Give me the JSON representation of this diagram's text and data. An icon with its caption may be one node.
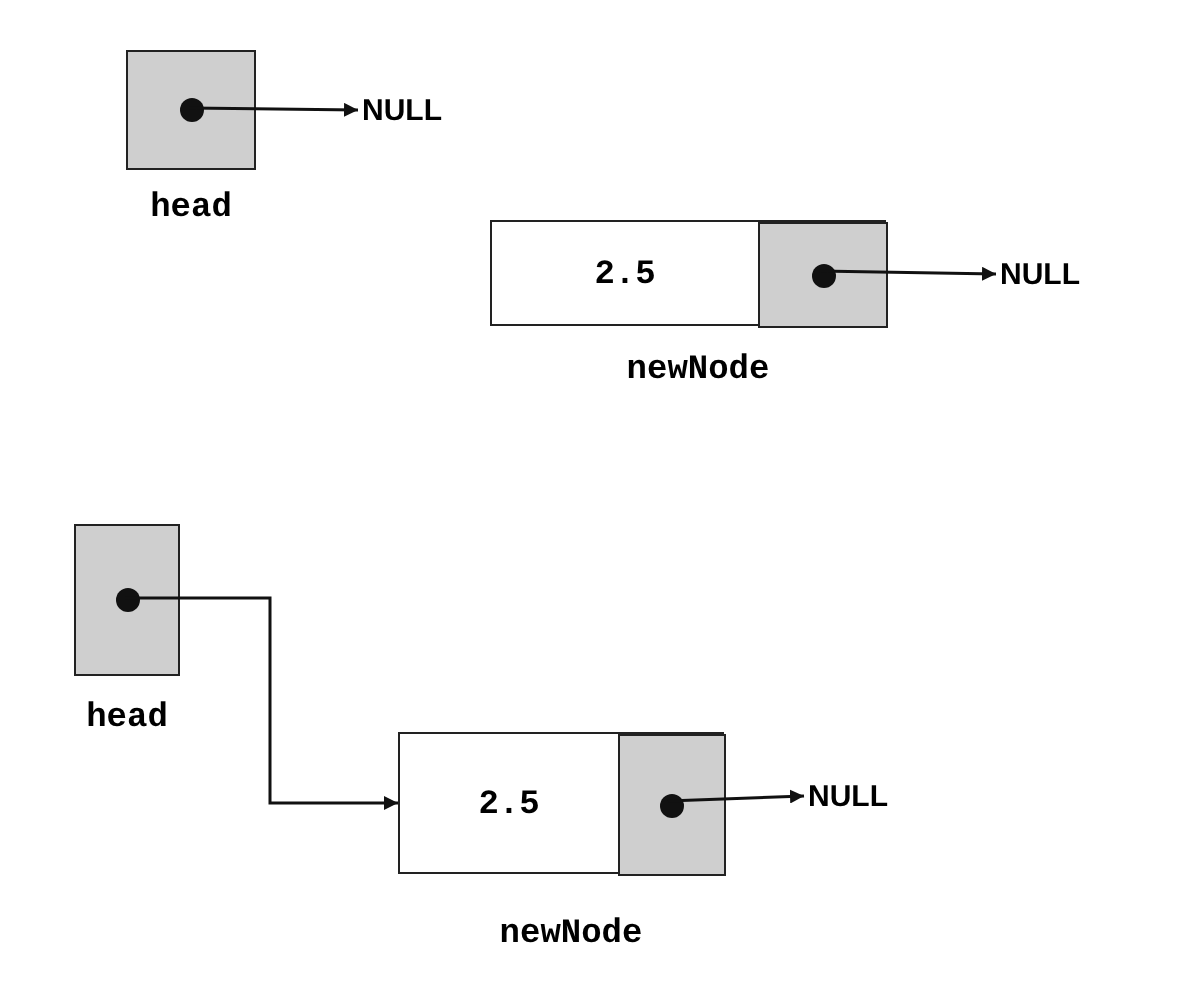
{
  "diagram": {
    "nodes": [
      {
        "text": [],
        "shape": "box",
        "beside": [
          "head"
        ]
      },
      {
        "text": [
          "NULL"
        ]
      },
      {
        "text": [
          "2.5"
        ],
        "beside": [
          "newNode"
        ]
      },
      {
        "text": [],
        "shape": "box",
        "in": 2
      },
      {
        "text": [
          "NULL"
        ]
      },
      {
        "text": [],
        "shape": "box",
        "beside": [
          "head"
        ]
      },
      {
        "text": [
          "2.5"
        ],
        "beside": [
          "newNode"
        ]
      },
      {
        "text": [],
        "shape": "box",
        "in": 6
      },
      {
        "text": [
          "NULL"
        ]
      }
    ],
    "edges": [
      {
        "from": 0,
        "to": 1,
        "arrow": "to"
      },
      {
        "from": 3,
        "to": 4,
        "arrow": "to"
      },
      {
        "from": 5,
        "to": 6,
        "arrow": "to"
      },
      {
        "from": 7,
        "to": 8,
        "arrow": "to"
      }
    ]
  }
}
